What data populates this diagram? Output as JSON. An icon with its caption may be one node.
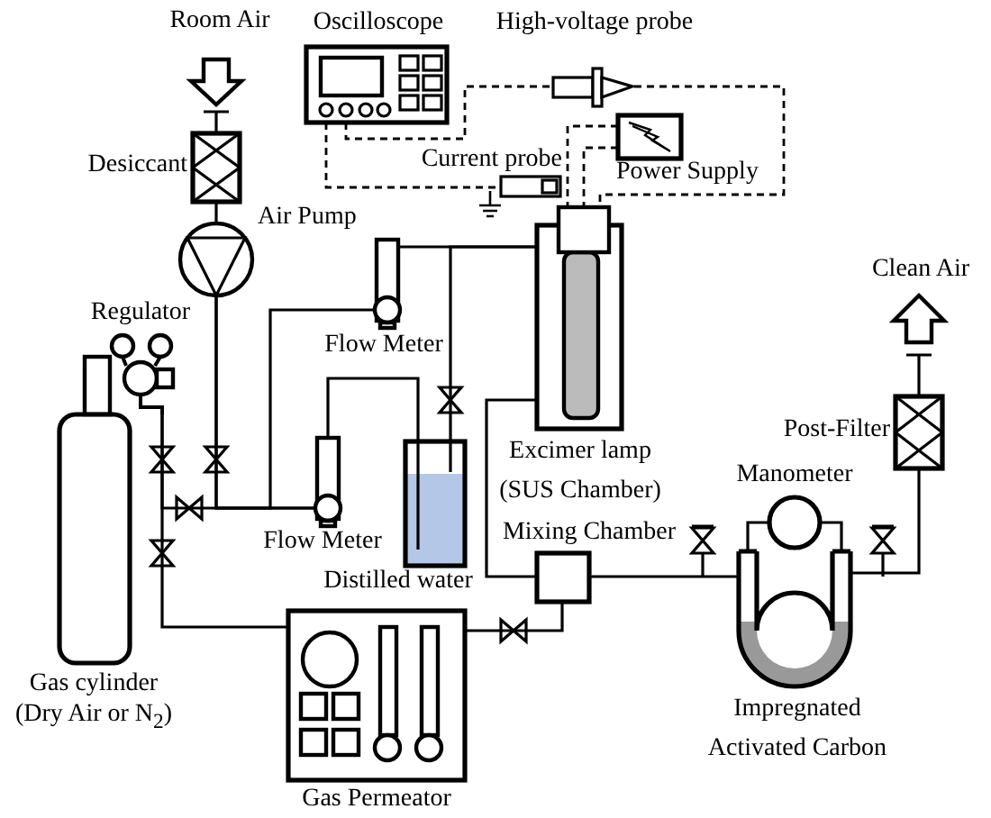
{
  "diagram": {
    "nodes": [
      {
        "text": [
          "Desiccant"
        ]
      },
      {
        "text": [
          "Air Pump"
        ]
      },
      {
        "text": [
          "Regulator"
        ]
      },
      {
        "text": [
          "Gas cylinder (Dry Air or N$_{2}$)"
        ]
      },
      {
        "text": [
          "Flow Meter"
        ]
      },
      {
        "text": [
          "Flow Meter"
        ]
      },
      {
        "text": [
          "Distilled water"
        ]
      },
      {
        "text": [
          "Excimer lamp (SUS Chamber)"
        ]
      },
      {
        "text": [
          "Mixing Chamber"
        ]
      },
      {
        "text": [
          "Gas Permeator"
        ]
      },
      {
        "text": [
          "Manometer"
        ]
      },
      {
        "text": [
          "Impregnated Activated Carbon"
        ]
      },
      {
        "text": [
          "Post-Filter"
        ]
      },
      {
        "text": [
          "Oscilloscope"
        ]
      },
      {
        "text": [
          "High-voltage probe"
        ]
      },
      {
        "text": [
          "Current probe"
        ]
      },
      {
        "text": [
          "Power Supply"
        ]
      }
    ],
    "edges": [
      {
        "from": 0,
        "to": 1,
        "arrow": "none"
      },
      {
        "from": 1,
        "to": 5,
        "arrow": "none"
      },
      {
        "from": 1,
        "to": 4,
        "arrow": "none"
      },
      {
        "from": 2,
        "to": 5,
        "arrow": "none"
      },
      {
        "from": 2,
        "to": 9,
        "arrow": "none"
      },
      {
        "from": 5,
        "to": 6,
        "arrow": "none"
      },
      {
        "from": 6,
        "to": 7,
        "arrow": "none"
      },
      {
        "from": 4,
        "to": 7,
        "arrow": "none"
      },
      {
        "from": 7,
        "to": 8,
        "arrow": "none"
      },
      {
        "from": 9,
        "to": 8,
        "arrow": "none"
      },
      {
        "from": 8,
        "to": 11,
        "arrow": "none"
      },
      {
        "from": 10,
        "to": 11,
        "arrow": "none"
      },
      {
        "from": 10,
        "to": 11,
        "arrow": "none"
      },
      {
        "from": 11,
        "to": 12,
        "arrow": "none"
      },
      {
        "from": 13,
        "to": 14,
        "arrow": "none",
        "style": "dashed"
      },
      {
        "from": 13,
        "to": 15,
        "arrow": "none",
        "style": "dashed"
      },
      {
        "from": 14,
        "to": 7,
        "arrow": "none",
        "style": "dashed"
      },
      {
        "from": 16,
        "to": 7,
        "arrow": "none",
        "style": "dashed"
      },
      {
        "from": 16,
        "to": 7,
        "arrow": "none",
        "style": "dashed"
      }
    ],
    "labels": [
      "Room Air",
      "Clean Air"
    ]
  }
}
